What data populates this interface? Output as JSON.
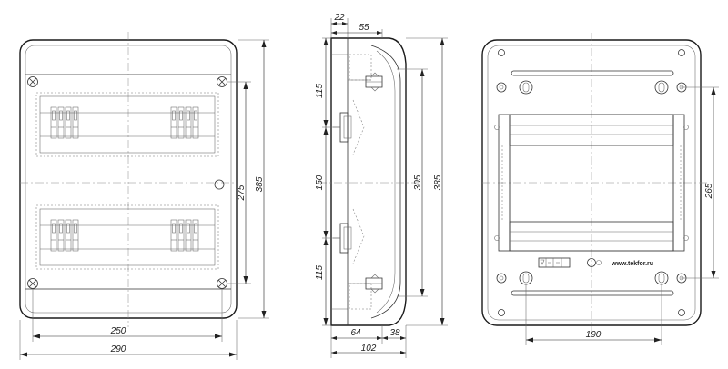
{
  "front_view": {
    "dims": {
      "inner_width": "250",
      "outer_width": "290",
      "inner_height": "275",
      "outer_height": "385"
    }
  },
  "side_view": {
    "dims": {
      "top_a": "22",
      "top_b": "55",
      "left_top": "115",
      "left_mid": "150",
      "left_bottom": "115",
      "right_inner": "305",
      "right_outer": "385",
      "bottom_a": "64",
      "bottom_b": "38",
      "bottom_total": "102"
    }
  },
  "back_view": {
    "dims": {
      "height": "265",
      "width": "190"
    },
    "website": "www.tekfor.ru"
  }
}
